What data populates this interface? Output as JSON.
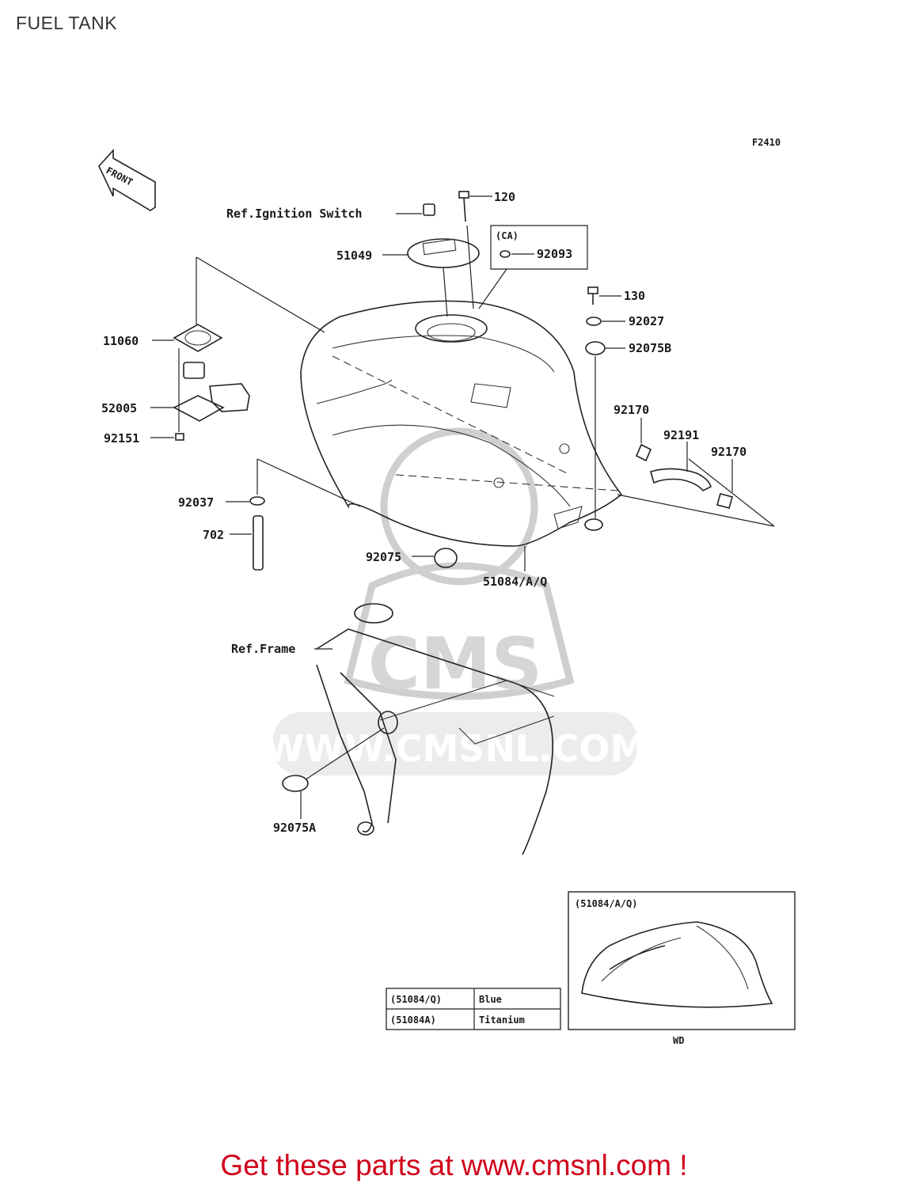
{
  "page": {
    "title": "FUEL TANK"
  },
  "diagram": {
    "figure_code": "F2410",
    "front_label": "FRONT",
    "callouts": {
      "c120": "120",
      "ignition_ref": "Ref.Ignition Switch",
      "ca": "(CA)",
      "c51049": "51049",
      "c92093": "92093",
      "c130": "130",
      "c92027": "92027",
      "c92075b": "92075B",
      "c11060": "11060",
      "c52005": "52005",
      "c92151": "92151",
      "c92170a": "92170",
      "c92191": "92191",
      "c92170b": "92170",
      "c92037": "92037",
      "c702": "702",
      "c92075": "92075",
      "c51084": "51084/A/Q",
      "frame_ref": "Ref.Frame",
      "c92075a": "92075A"
    },
    "inset": {
      "title": "(51084/A/Q)",
      "caption": "WD"
    },
    "color_table": [
      {
        "code": "(51084/Q)",
        "color": "Blue"
      },
      {
        "code": "(51084A)",
        "color": "Titanium"
      }
    ]
  },
  "watermark": {
    "text": "WWW.CMSNL.COM",
    "logo": "CMS"
  },
  "footer": {
    "cta": "Get these parts at www.cmsnl.com !"
  },
  "colors": {
    "cta": "#d0021b",
    "line": "#222222",
    "watermark": "#d6d6d6"
  }
}
